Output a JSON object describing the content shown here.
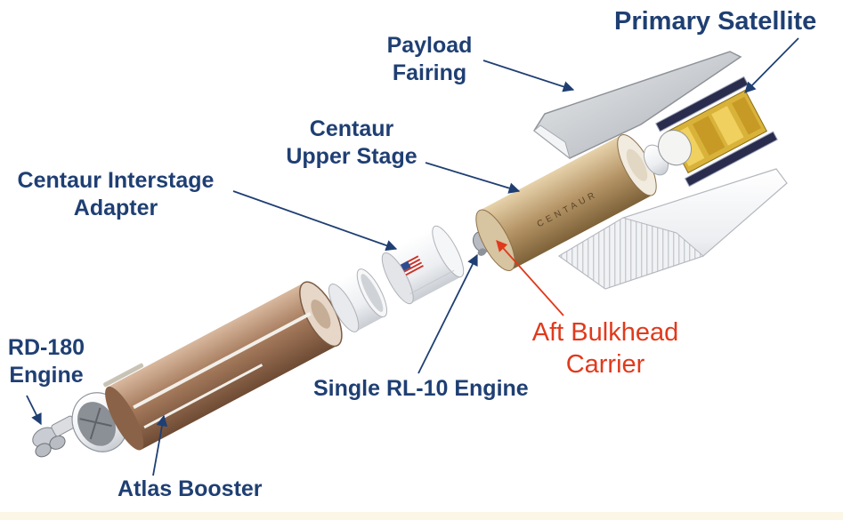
{
  "labels": {
    "primary_satellite": "Primary Satellite",
    "payload_fairing": [
      "Payload",
      "Fairing"
    ],
    "centaur_upper_stage": [
      "Centaur",
      "Upper Stage"
    ],
    "centaur_interstage_adapter": [
      "Centaur Interstage",
      "Adapter"
    ],
    "rd180_engine": [
      "RD-180",
      "Engine"
    ],
    "aft_bulkhead_carrier": [
      "Aft Bulkhead",
      "Carrier"
    ],
    "single_rl10_engine": "Single RL-10 Engine",
    "atlas_booster": "Atlas Booster"
  },
  "colors": {
    "label_text": "#1f3f73",
    "highlight_text": "#e03a1c",
    "leader_line": "#1f3f73",
    "highlight_line": "#e03a1c",
    "booster_copper": "#a57a5c",
    "centaur_gold": "#b59567",
    "fairing_gray": "#d9dadd",
    "fairing_white": "#f2f3f5",
    "satellite_gold": "#d9b23a",
    "flag_red": "#c8372f",
    "flag_blue": "#2f4d8e"
  }
}
